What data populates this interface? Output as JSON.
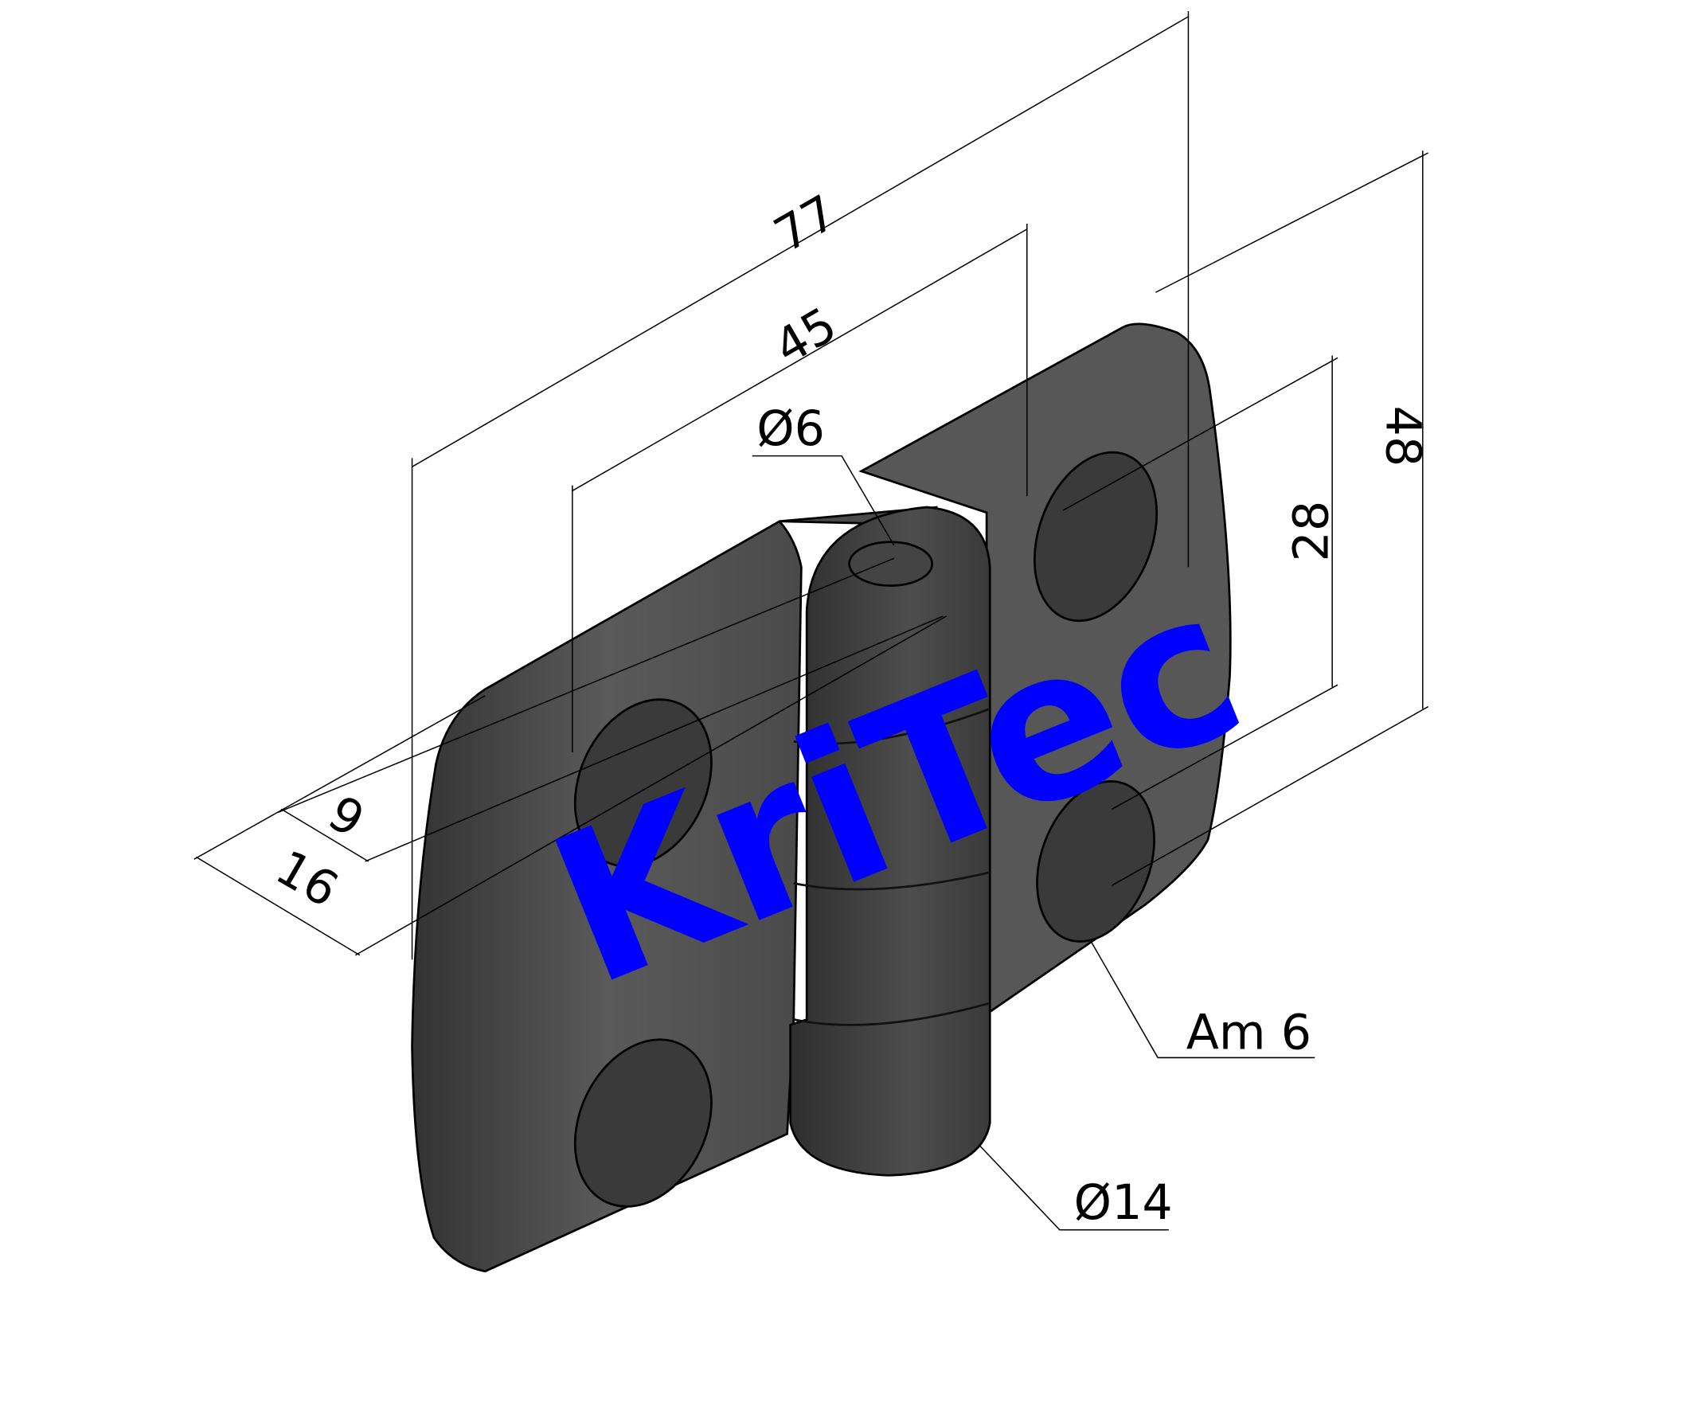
{
  "dimensions": {
    "overall_length": "77",
    "hole_spacing_horizontal": "45",
    "pin_diameter": "Ø6",
    "offset_small": "9",
    "offset_large": "16",
    "hole_spacing_vertical": "28",
    "overall_height": "48",
    "thread": "Am 6",
    "knuckle_diameter": "Ø14"
  },
  "watermark": "KriTec",
  "colors": {
    "part": "#555555",
    "watermark": "#0000ff",
    "lines": "#000000"
  }
}
